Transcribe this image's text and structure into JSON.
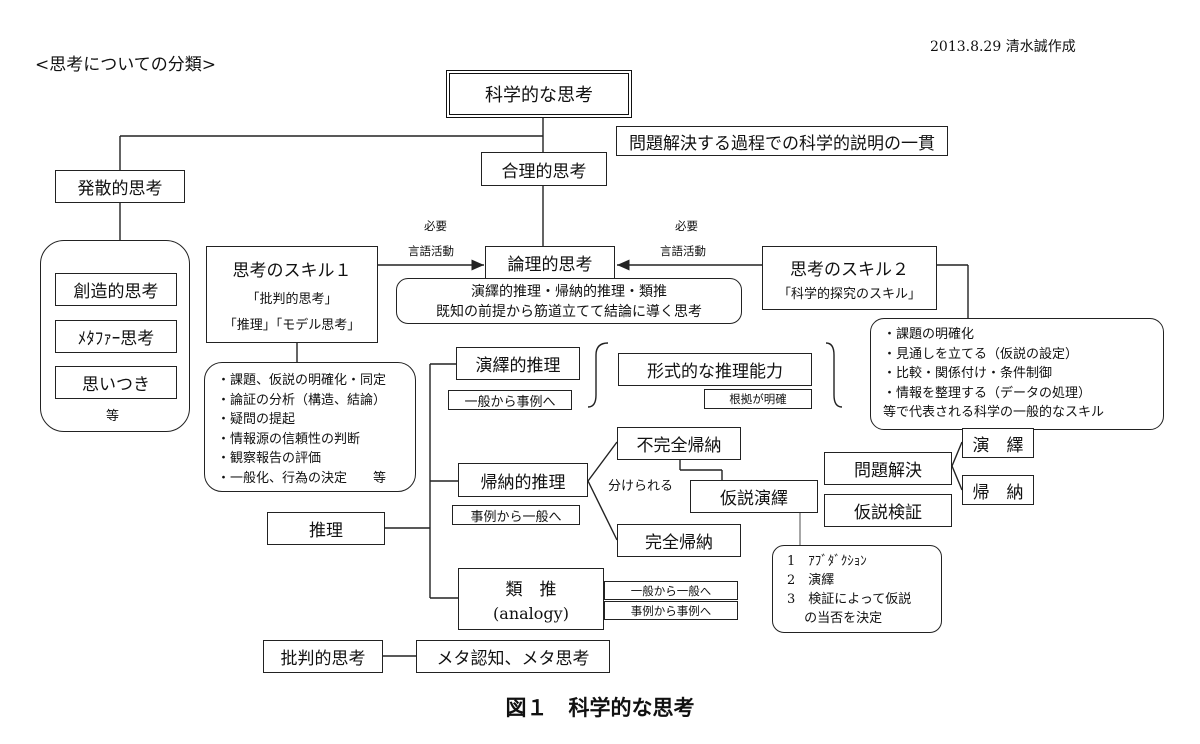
{
  "header": {
    "classification_title": "<思考についての分類>",
    "date_author": "2013.8.29 清水誠作成"
  },
  "nodes": {
    "scientific_thinking": "科学的な思考",
    "consistency_note": "問題解決する過程での科学的説明の一貫",
    "rational_thinking": "合理的思考",
    "divergent_thinking": "発散的思考",
    "creative_thinking": "創造的思考",
    "metaphor_thinking": "ﾒﾀﾌｧｰ思考",
    "inspiration": "思いつき",
    "etc": "等",
    "skill1_title": "思考のスキル１",
    "skill1_sub1": "「批判的思考」",
    "skill1_sub2": "「推理」「モデル思考」",
    "need_left": "必要",
    "language_left": "言語活動",
    "logical_thinking": "論理的思考",
    "need_right": "必要",
    "language_right": "言語活動",
    "skill2_title": "思考のスキル２",
    "skill2_sub": "「科学的探究のスキル」",
    "logical_desc_line1": "演繹的推理・帰納的推理・類推",
    "logical_desc_line2": "既知の前提から筋道立てて結論に導く思考",
    "deductive_reasoning": "演繹的推理",
    "general_to_case": "一般から事例へ",
    "formal_reasoning": "形式的な推理能力",
    "basis_clear": "根拠が明確",
    "inductive_reasoning": "帰納的推理",
    "case_to_general": "事例から一般へ",
    "incomplete_induction": "不完全帰納",
    "divided": "分けられる",
    "hypothetico_deductive": "仮説演繹",
    "complete_induction": "完全帰納",
    "reasoning": "推理",
    "analogy_line1": "類　推",
    "analogy_line2": "(analogy)",
    "general_to_general": "一般から一般へ",
    "case_to_case": "事例から事例へ",
    "problem_solving": "問題解決",
    "hypothesis_testing": "仮説検証",
    "deduction": "演　繹",
    "induction": "帰　納",
    "critical_thinking": "批判的思考",
    "metacognition": "メタ認知、メタ思考",
    "figure_caption": "図１　科学的な思考"
  },
  "skill1_list": [
    "・課題、仮説の明確化・同定",
    "・論証の分析（構造、結論）",
    "・疑問の提起",
    "・情報源の信頼性の判断",
    "・観察報告の評価",
    "・一般化、行為の決定　　等"
  ],
  "skill2_list": [
    "・課題の明確化",
    "・見通しを立てる（仮説の設定）",
    "・比較・関係付け・条件制御",
    "・情報を整理する（データの処理）",
    "等で代表される科学の一般的なスキル"
  ],
  "hd_steps": [
    "1　ｱﾌﾞﾀﾞｸｼｮﾝ",
    "2　演繹",
    "3　検証によって仮説",
    "　 の当否を決定"
  ]
}
